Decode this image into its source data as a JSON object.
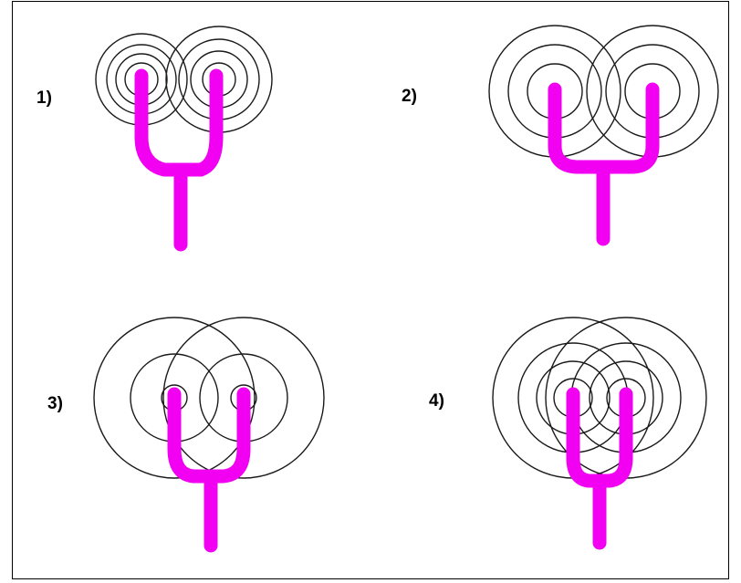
{
  "colors": {
    "fork": "#f200f2",
    "waves": "#1a1a1a",
    "frame": "#000000",
    "background": "#ffffff"
  },
  "panels": [
    {
      "label": "1)"
    },
    {
      "label": "2)"
    },
    {
      "label": "3)"
    },
    {
      "label": "4)"
    }
  ]
}
